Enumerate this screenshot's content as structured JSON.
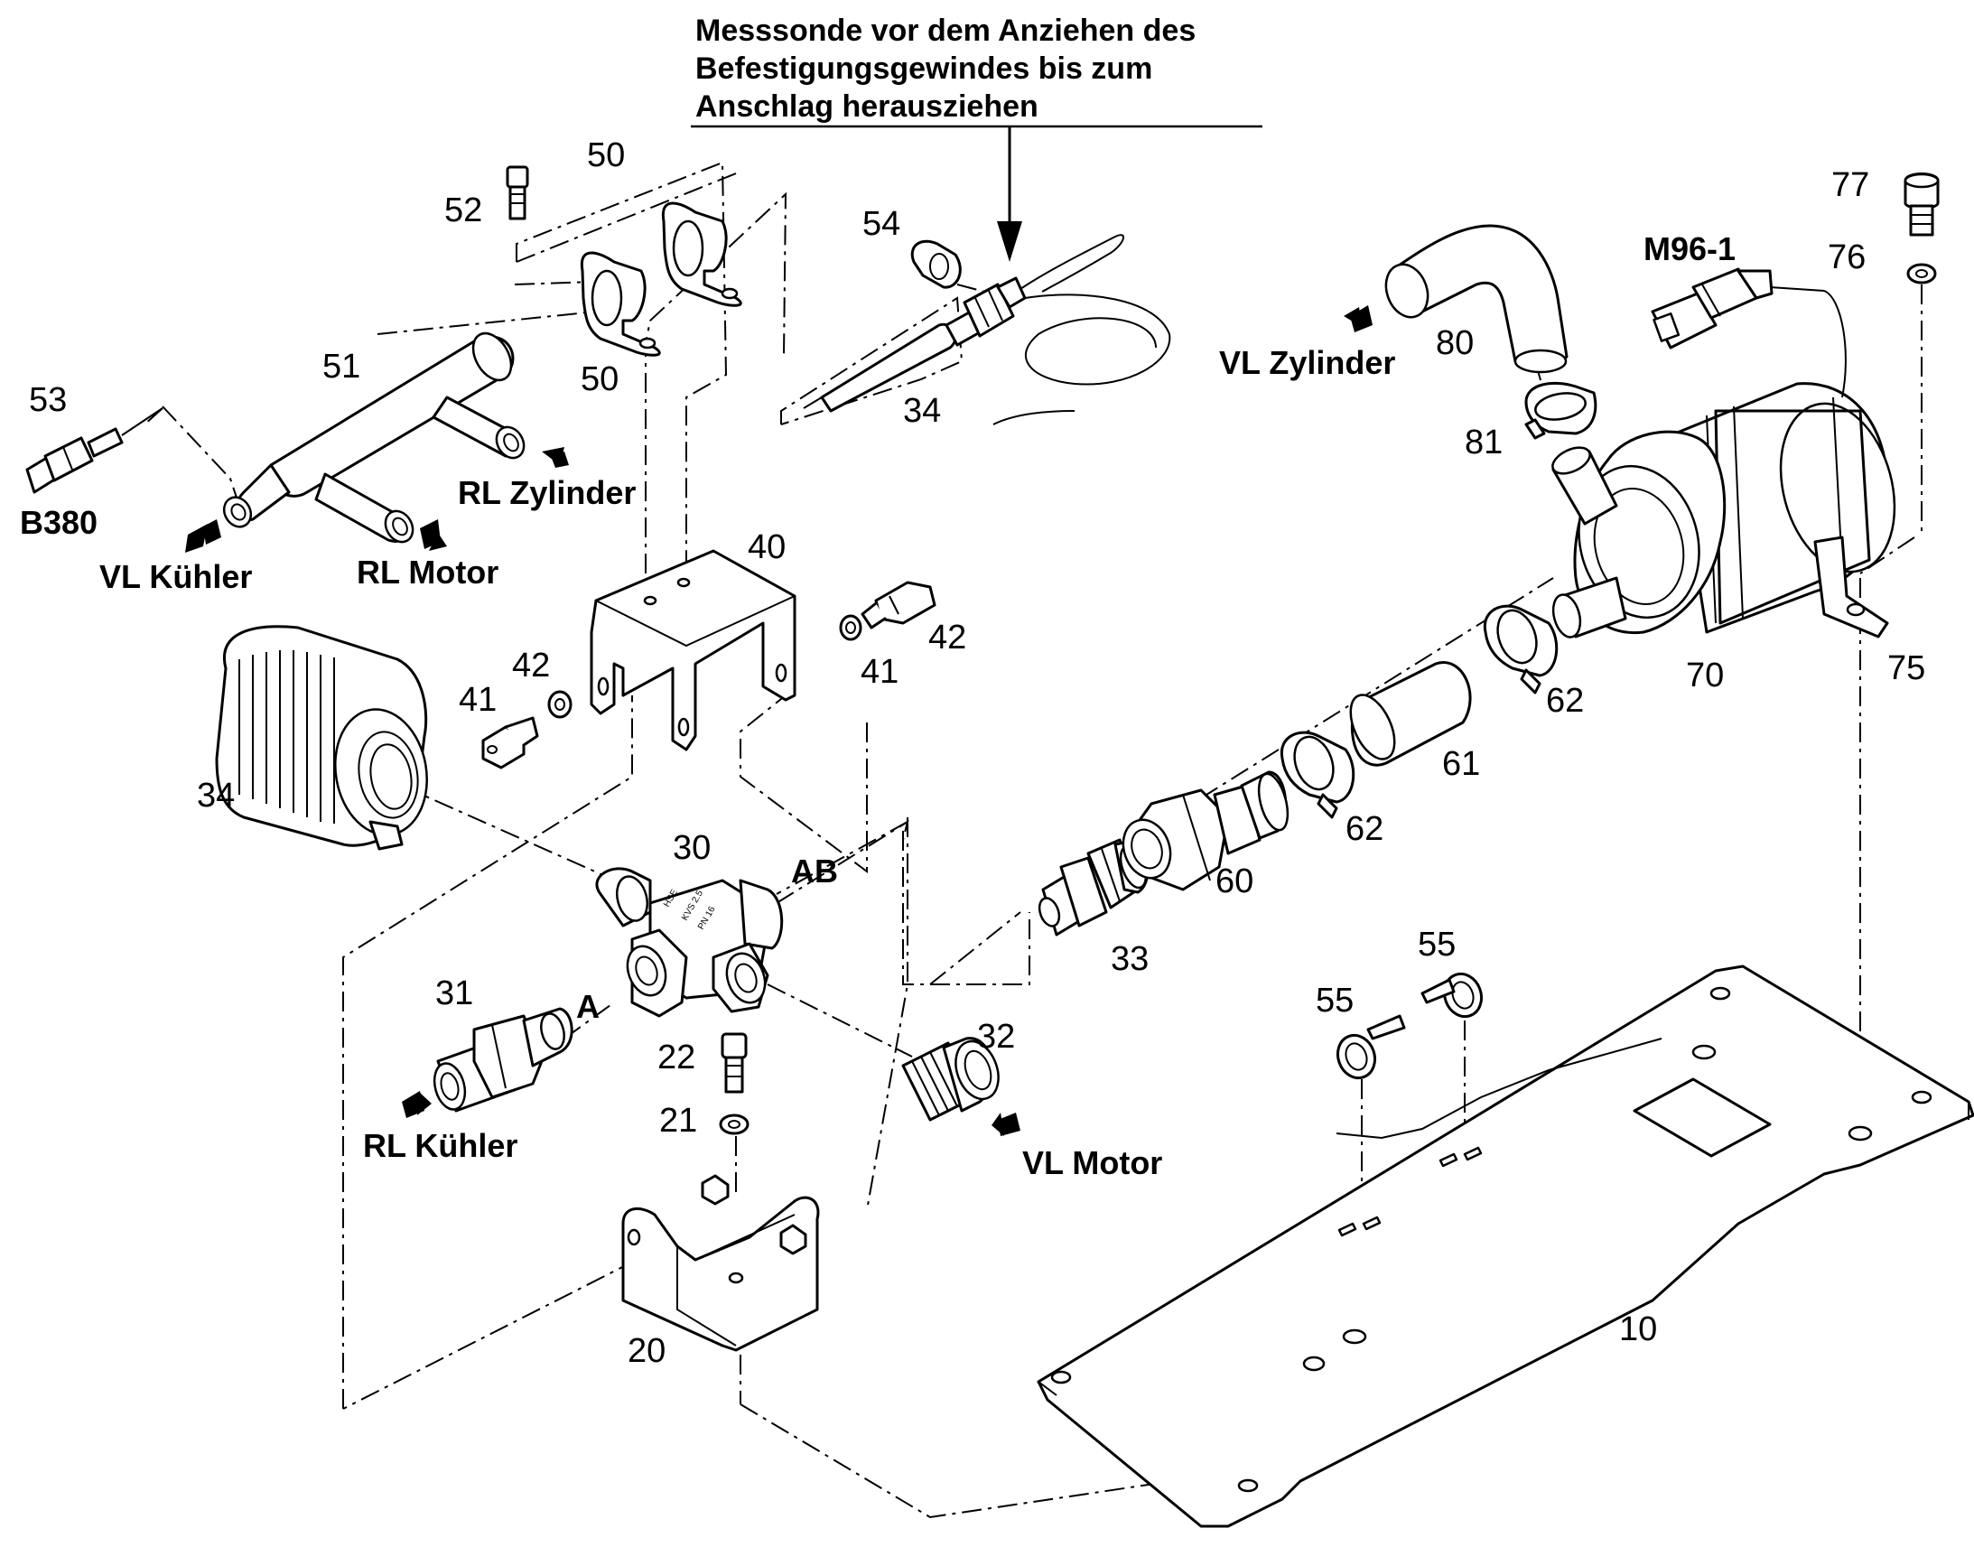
{
  "note": {
    "lines": [
      "Messsonde vor dem Anziehen des",
      "Befestigungsgewindes bis zum",
      "Anschlag herausziehen"
    ]
  },
  "part_numbers": {
    "p10": "10",
    "p20": "20",
    "p21": "21",
    "p22": "22",
    "p30": "30",
    "p31": "31",
    "p32": "32",
    "p33": "33",
    "p34a": "34",
    "p34b": "34",
    "p40": "40",
    "p41a": "41",
    "p41b": "41",
    "p42a": "42",
    "p42b": "42",
    "p50a": "50",
    "p50b": "50",
    "p51": "51",
    "p52": "52",
    "p53": "53",
    "p54": "54",
    "p55a": "55",
    "p55b": "55",
    "p60": "60",
    "p61": "61",
    "p62a": "62",
    "p62b": "62",
    "p70": "70",
    "p75": "75",
    "p76": "76",
    "p77": "77",
    "p80": "80",
    "p81": "81"
  },
  "designators": {
    "b380": "B380",
    "m96": "M96-1",
    "port_ab": "AB",
    "port_a": "A"
  },
  "flow_labels": {
    "vl_kuehler": "VL Kühler",
    "rl_motor": "RL Motor",
    "rl_zylinder": "RL Zylinder",
    "vl_zylinder": "VL Zylinder",
    "rl_kuehler": "RL Kühler",
    "vl_motor": "VL Motor"
  },
  "valve_marking": {
    "l1": "HSE",
    "l2": "KVS 2.5",
    "l3": "PN 16"
  }
}
